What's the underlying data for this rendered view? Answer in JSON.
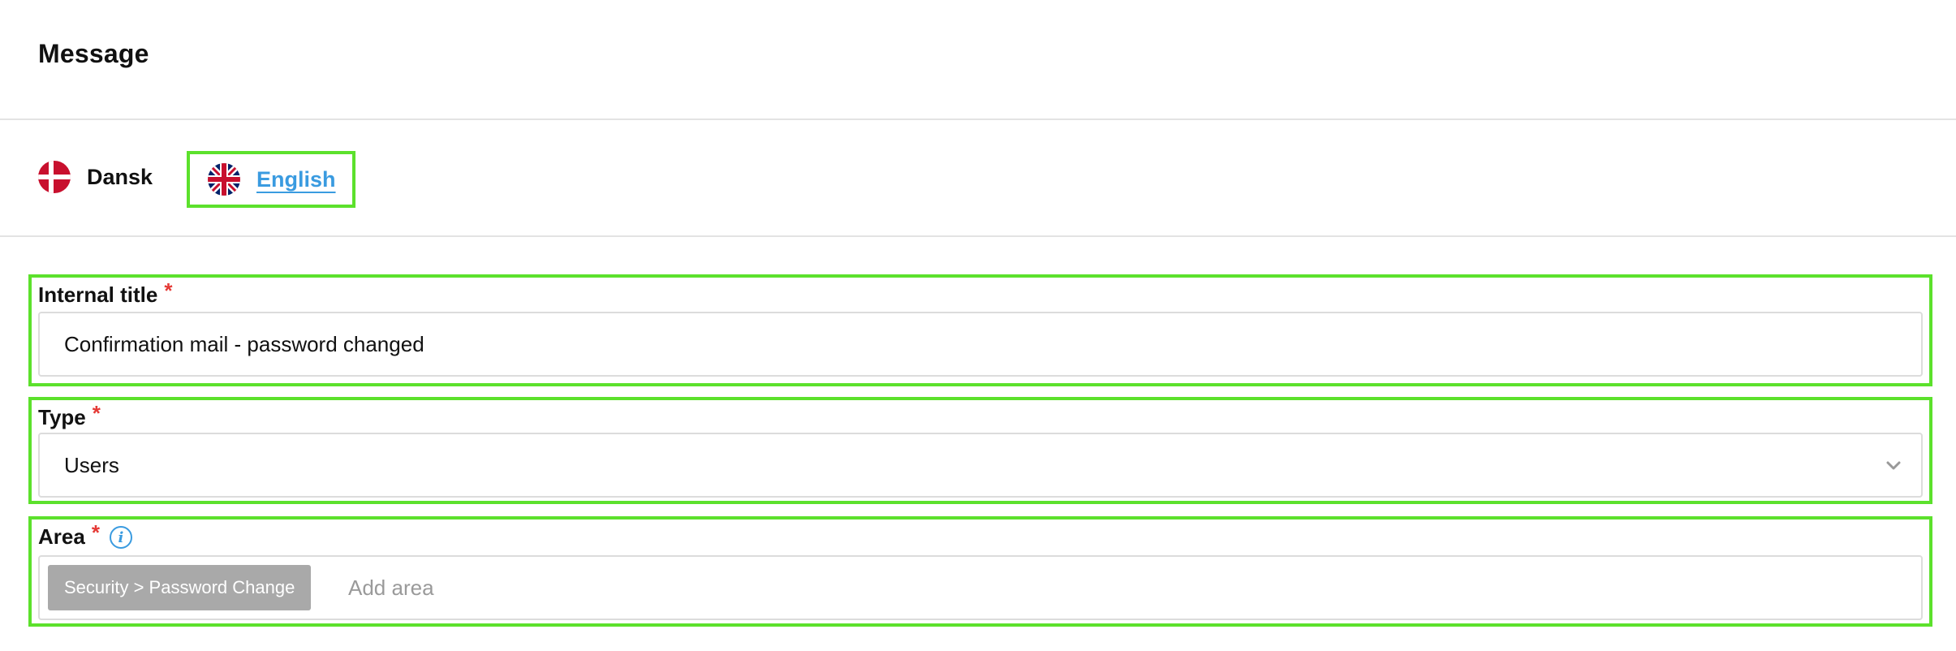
{
  "header": {
    "title": "Message"
  },
  "languages": {
    "items": [
      {
        "label": "Dansk",
        "icon": "denmark-flag-icon",
        "active": false
      },
      {
        "label": "English",
        "icon": "uk-flag-icon",
        "active": true
      }
    ]
  },
  "form": {
    "internal_title": {
      "label": "Internal title",
      "required_mark": "*",
      "value": "Confirmation mail - password changed"
    },
    "type": {
      "label": "Type",
      "required_mark": "*",
      "selected": "Users",
      "icon": "chevron-down-icon"
    },
    "area": {
      "label": "Area",
      "required_mark": "*",
      "info_icon": "i",
      "tags": [
        "Security > Password Change"
      ],
      "placeholder": "Add area"
    }
  },
  "colors": {
    "accent": "#3a9be0",
    "required": "#e53935",
    "highlight": "#5ce12c",
    "tag_bg": "#a9a9a9"
  }
}
